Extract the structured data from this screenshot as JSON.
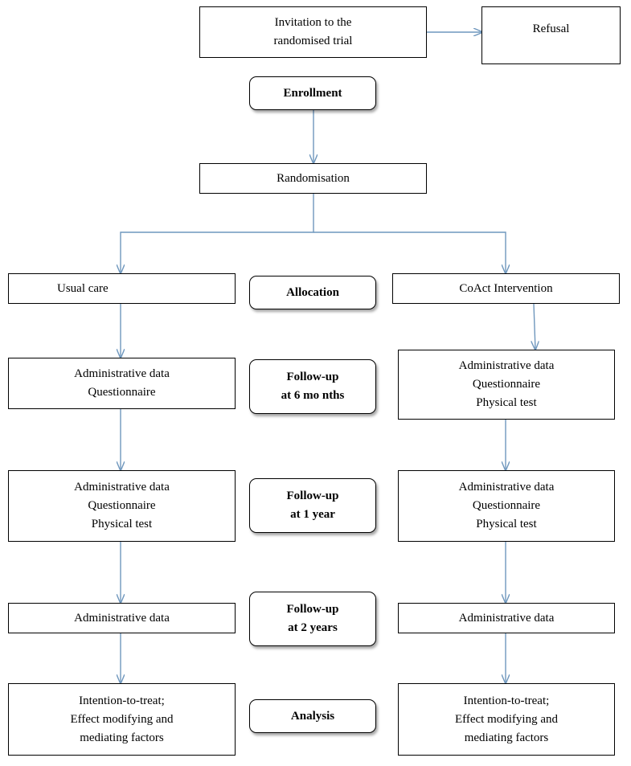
{
  "nodes": {
    "invitation": [
      "Invitation to the",
      "randomised trial"
    ],
    "refusal": [
      "Refusal"
    ],
    "randomisation": [
      "Randomisation"
    ],
    "usual_care": [
      "Usual care"
    ],
    "coact": [
      "CoAct Intervention"
    ],
    "left_6m": [
      "Administrative data",
      "Questionnaire"
    ],
    "right_6m": [
      "Administrative data",
      "Questionnaire",
      "Physical test"
    ],
    "left_1y": [
      "Administrative data",
      "Questionnaire",
      "Physical test"
    ],
    "right_1y": [
      "Administrative data",
      "Questionnaire",
      "Physical test"
    ],
    "left_2y": [
      "Administrative data"
    ],
    "right_2y": [
      "Administrative data"
    ],
    "left_analysis": [
      "Intention-to-treat;",
      "Effect modifying and",
      "mediating factors"
    ],
    "right_analysis": [
      "Intention-to-treat;",
      "Effect modifying and",
      "mediating factors"
    ]
  },
  "stages": {
    "enrollment": [
      "Enrollment"
    ],
    "allocation": [
      "Allocation"
    ],
    "followup_6m": [
      "Follow-up",
      "at 6 mo nths"
    ],
    "followup_1y": [
      "Follow-up",
      "at 1 year"
    ],
    "followup_2y": [
      "Follow-up",
      "at 2 years"
    ],
    "analysis": [
      "Analysis"
    ]
  },
  "style": {
    "connector_color": "#6f97bd",
    "border_color": "#000000"
  }
}
